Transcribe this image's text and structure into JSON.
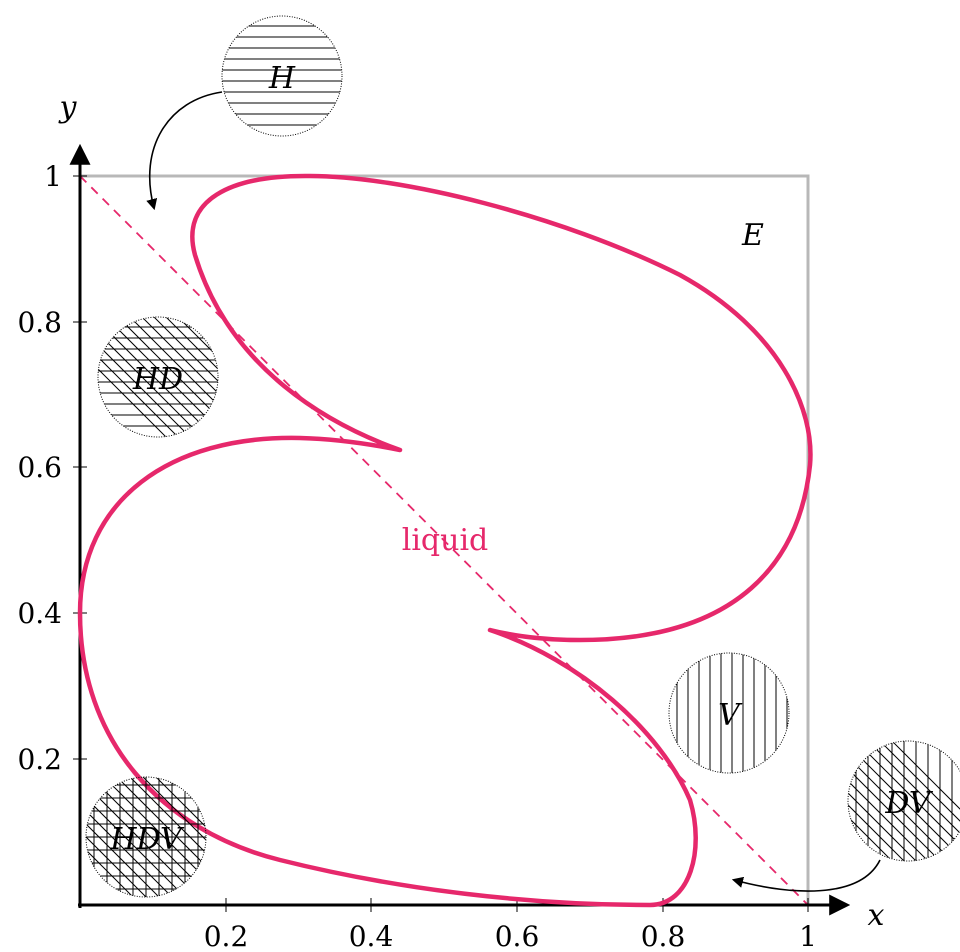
{
  "axes": {
    "x_label": "x",
    "y_label": "y",
    "x_ticks": [
      "0.2",
      "0.4",
      "0.6",
      "0.8",
      "1"
    ],
    "y_ticks": [
      "0.2",
      "0.4",
      "0.6",
      "0.8",
      "1"
    ]
  },
  "region_labels": {
    "liquid": "liquid",
    "E": "E",
    "H": "H",
    "HD": "HD",
    "HDV": "HDV",
    "V": "V",
    "DV": "DV"
  },
  "colors": {
    "accent": "#e6286b",
    "frame": "#b8b8b8",
    "axis": "#000000"
  }
}
